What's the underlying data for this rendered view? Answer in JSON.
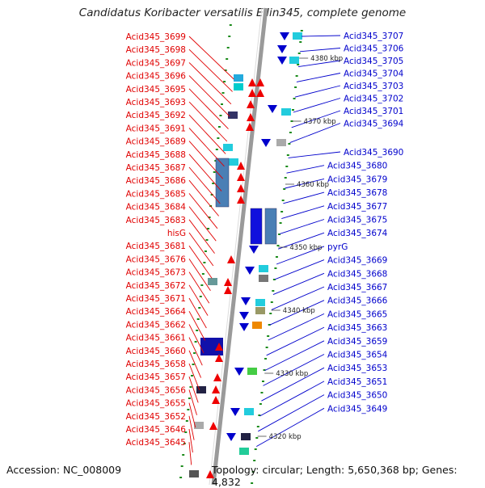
{
  "title": "Candidatus Koribacter versatilis Ellin345, complete genome",
  "accession": "Accession: NC_008009",
  "topology": "Topology: circular; Length: 5,650,368 bp; Genes: 4,832",
  "colors": {
    "left_labels": "#e00000",
    "right_labels": "#0000cc",
    "axis": "#9a9a9a",
    "dots": "#1a8a1a"
  },
  "ticks": [
    "4380 kbp",
    "4370 kbp",
    "4360 kbp",
    "4350 kbp",
    "4340 kbp",
    "4330 kbp",
    "4320 kbp"
  ],
  "left_genes": [
    "Acid345_3699",
    "Acid345_3698",
    "Acid345_3697",
    "Acid345_3696",
    "Acid345_3695",
    "Acid345_3693",
    "Acid345_3692",
    "Acid345_3691",
    "Acid345_3689",
    "Acid345_3688",
    "Acid345_3687",
    "Acid345_3686",
    "Acid345_3685",
    "Acid345_3684",
    "Acid345_3683",
    "hisG",
    "Acid345_3681",
    "Acid345_3676",
    "Acid345_3673",
    "Acid345_3672",
    "Acid345_3671",
    "Acid345_3664",
    "Acid345_3662",
    "Acid345_3661",
    "Acid345_3660",
    "Acid345_3658",
    "Acid345_3657",
    "Acid345_3656",
    "Acid345_3655",
    "Acid345_3652",
    "Acid345_3646",
    "Acid345_3645"
  ],
  "right_genes": [
    "Acid345_3707",
    "Acid345_3706",
    "Acid345_3705",
    "Acid345_3704",
    "Acid345_3703",
    "Acid345_3702",
    "Acid345_3701",
    "Acid345_3694",
    "Acid345_3690",
    "Acid345_3680",
    "Acid345_3679",
    "Acid345_3678",
    "Acid345_3677",
    "Acid345_3675",
    "Acid345_3674",
    "pyrG",
    "Acid345_3669",
    "Acid345_3668",
    "Acid345_3667",
    "Acid345_3666",
    "Acid345_3665",
    "Acid345_3663",
    "Acid345_3659",
    "Acid345_3654",
    "Acid345_3653",
    "Acid345_3651",
    "Acid345_3650",
    "Acid345_3649"
  ]
}
